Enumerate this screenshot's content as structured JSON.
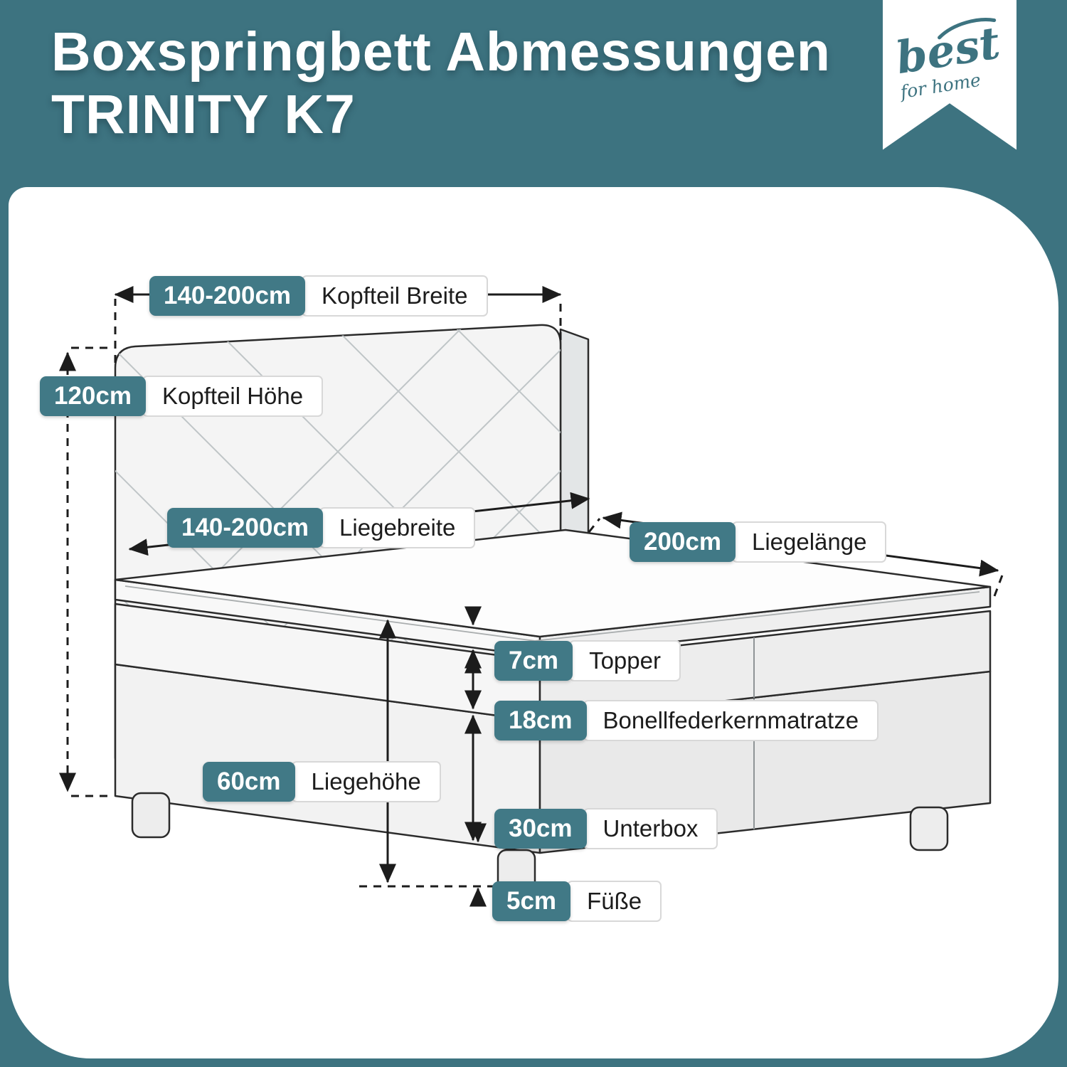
{
  "page": {
    "title_line1": "Boxspringbett Abmessungen",
    "title_line2": "TRINITY K7"
  },
  "logo": {
    "brand": "best",
    "tagline": "for home"
  },
  "colors": {
    "background_teal": "#3D7380",
    "badge_teal": "#417986",
    "panel_white": "#FFFFFF",
    "line_dark": "#1C1C1C"
  },
  "diagram": {
    "type": "product-dimension-diagram",
    "product": "Boxspringbett TRINITY K7",
    "dimensions": {
      "kopfteil_breite": {
        "value": "140-200cm",
        "label": "Kopfteil Breite"
      },
      "kopfteil_hoehe": {
        "value": "120cm",
        "label": "Kopfteil Höhe"
      },
      "liegebreite": {
        "value": "140-200cm",
        "label": "Liegebreite"
      },
      "liegelaenge": {
        "value": "200cm",
        "label": "Liegelänge"
      },
      "topper": {
        "value": "7cm",
        "label": "Topper"
      },
      "matratze": {
        "value": "18cm",
        "label": "Bonellfederkernmatratze"
      },
      "liegehoehe": {
        "value": "60cm",
        "label": "Liegehöhe"
      },
      "unterbox": {
        "value": "30cm",
        "label": "Unterbox"
      },
      "fuesse": {
        "value": "5cm",
        "label": "Füße"
      }
    }
  }
}
